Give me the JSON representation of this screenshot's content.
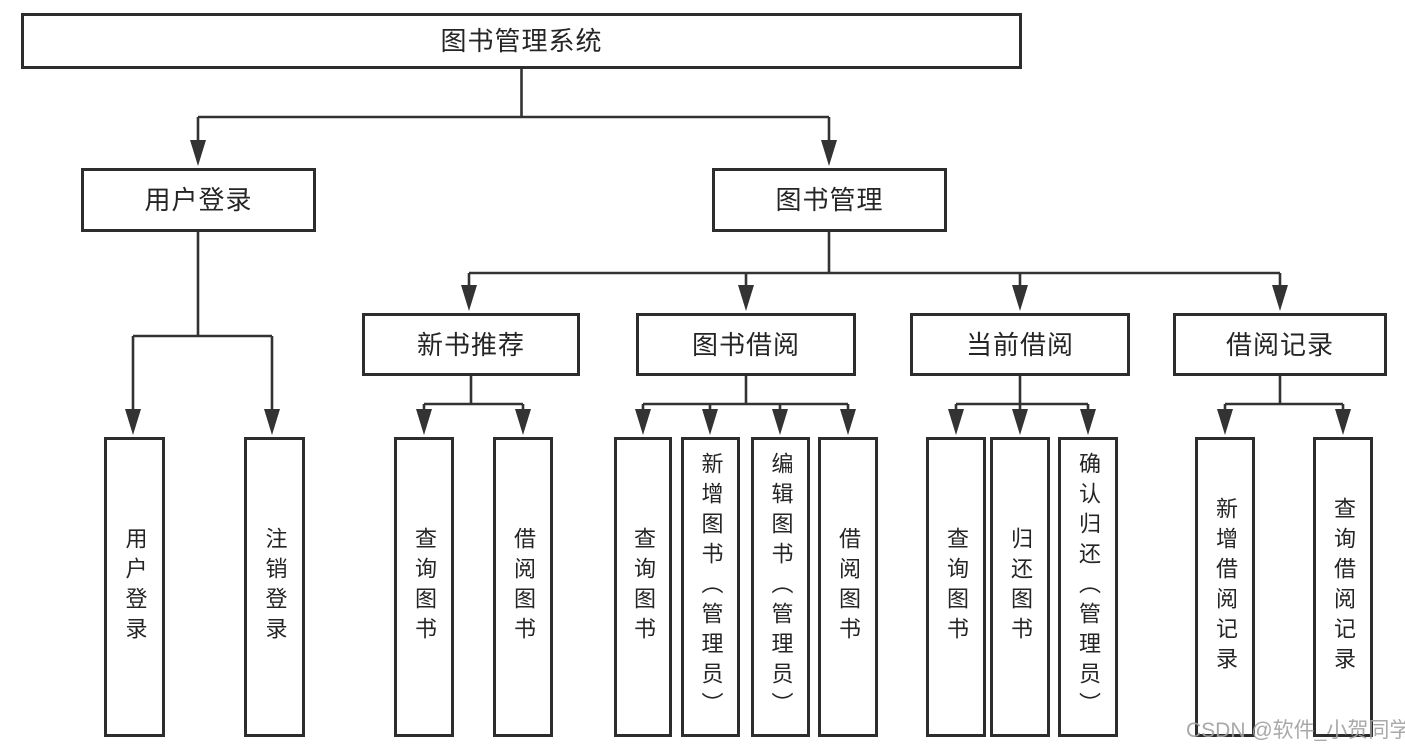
{
  "diagram_title": "图书管理系统",
  "nodes": {
    "root": "图书管理系统",
    "user_login": "用户登录",
    "book_management": "图书管理",
    "new_book_recommend": "新书推荐",
    "book_borrow": "图书借阅",
    "current_borrow": "当前借阅",
    "borrow_record": "借阅记录",
    "leaf_user_login": "用户登录",
    "leaf_logout": "注销登录",
    "leaf_query_book_rec": "查询图书",
    "leaf_borrow_book_rec": "借阅图书",
    "leaf_query_book_borrow": "查询图书",
    "leaf_add_book_admin": "新增图书（管理员）",
    "leaf_edit_book_admin": "编辑图书（管理员）",
    "leaf_borrow_book_borrow": "借阅图书",
    "leaf_query_book_current": "查询图书",
    "leaf_return_book": "归还图书",
    "leaf_confirm_return_admin": "确认归还（管理员）",
    "leaf_add_borrow_record": "新增借阅记录",
    "leaf_query_borrow_record": "查询借阅记录"
  },
  "watermark": "CSDN @软件_小贺同学",
  "colors": {
    "line": "#333333",
    "box-border": "#2d2d2d",
    "text": "#252525",
    "watermark": "#a2a2a2",
    "background": "#ffffff"
  }
}
